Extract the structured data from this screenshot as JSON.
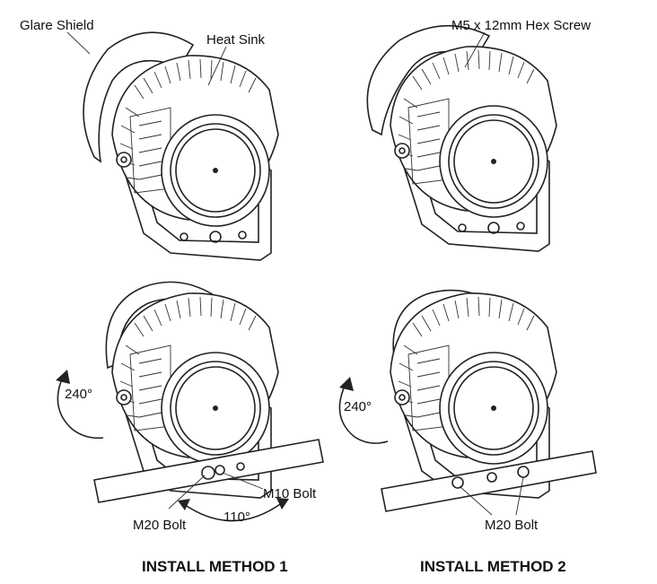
{
  "labels": {
    "glare_shield": "Glare Shield",
    "heat_sink": "Heat Sink",
    "hex_screw": "M5 x 12mm Hex Screw",
    "rot_240_a": "240°",
    "rot_240_b": "240°",
    "m10_bolt": "M10 Bolt",
    "m20_bolt_a": "M20 Bolt",
    "m20_bolt_b": "M20 Bolt",
    "rot_110": "110°"
  },
  "captions": {
    "method_1": "INSTALL METHOD 1",
    "method_2": "INSTALL METHOD 2"
  }
}
